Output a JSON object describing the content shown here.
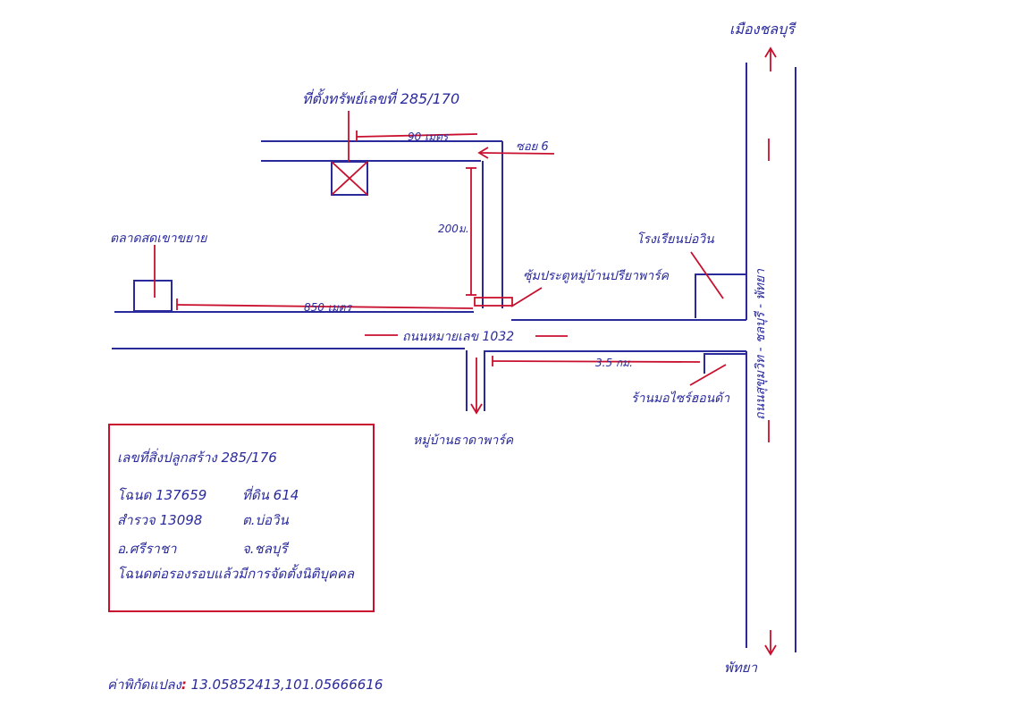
{
  "map": {
    "city_north": "เมืองชลบุรี",
    "city_south": "พัทยา",
    "highway": "ถนนสุขุมวิท - ชลบุรี - พัทยา",
    "property_title": "ที่ตั้งทรัพย์เลขที่ 285/170",
    "dist_90": "90 เมตร",
    "soi": "ซอย 6",
    "dist_200": "200ม.",
    "market": "ตลาดสดเขาขยาย",
    "dist_850": "850 เมตร",
    "gate": "ซุ้มประตูหมู่บ้านปรียาพาร์ค",
    "school": "โรงเรียนบ่อวิน",
    "road_1032": "ถนนหมายเลข 1032",
    "dist_35": "3.5 กม.",
    "shop": "ร้านมอไซร์ฮอนด้า",
    "village": "หมู่บ้านธาดาพาร์ค"
  },
  "info": {
    "line1": "เลขที่สิ่งปลูกสร้าง 285/176",
    "deed": "โฉนด 137659",
    "land_no": "ที่ดิน 614",
    "survey": "สำรวจ 13098",
    "subdistrict": "ต.บ่อวิน",
    "district": "อ.ศรีราชา",
    "province": "จ.ชลบุรี",
    "note": "โฉนดต่อรองรอบแล้วมีการจัดตั้งนิติบุคคล"
  },
  "footer": {
    "label": "ค่าพิกัดแปลง",
    "coords": "13.05852413,101.05666616"
  },
  "colors": {
    "ink_blue": "#2a2a9c",
    "ink_red": "#c8102e"
  },
  "icons": [
    "arrow-north-icon",
    "arrow-south-icon",
    "property-marker-icon",
    "school-marker-icon"
  ]
}
